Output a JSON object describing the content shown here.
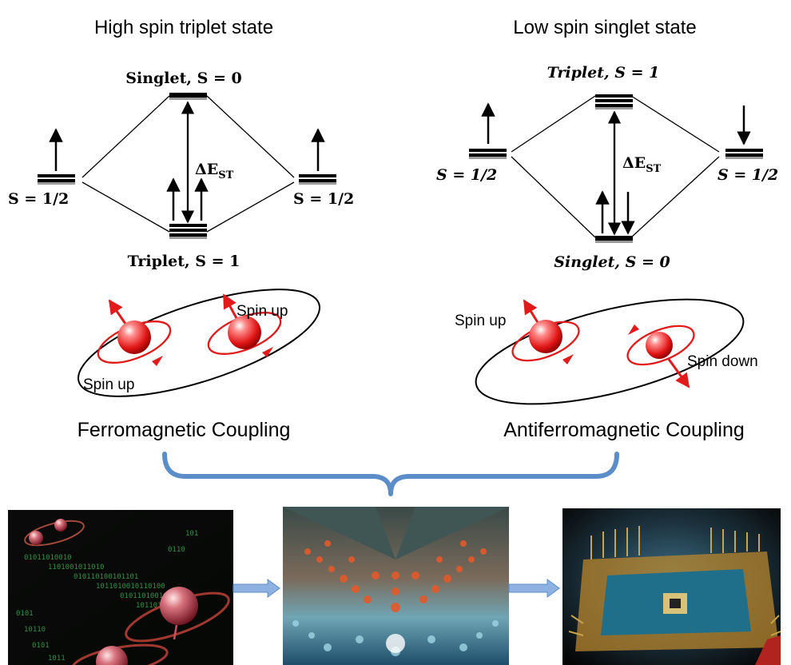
{
  "left_panel": {
    "title": "High spin triplet state",
    "top_level": {
      "name": "Singlet",
      "eq": "S = 0"
    },
    "bottom_level": {
      "name": "Triplet",
      "eq": "S = 1"
    },
    "left_level": "S = 1/2",
    "right_level": "S = 1/2",
    "gap": {
      "main": "ΔE",
      "sub": "ST"
    }
  },
  "right_panel": {
    "title": "Low spin singlet state",
    "top_level": {
      "name": "Triplet",
      "eq": "S = 1"
    },
    "bottom_level": {
      "name": "Singlet",
      "eq": "S = 0"
    },
    "left_level": "S = 1/2",
    "right_level": "S = 1/2",
    "gap": {
      "main": "ΔE",
      "sub": "ST"
    }
  },
  "ferro": {
    "label_a": "Spin up",
    "label_b": "Spin up",
    "caption": "Ferromagnetic Coupling"
  },
  "antiferro": {
    "label_a": "Spin up",
    "label_b": "Spin down",
    "caption": "Antiferromagnetic Coupling"
  },
  "colors": {
    "bracket": "#5b8ec9",
    "arrow_fill": "#8db2e2",
    "spin_red": "#e11b1b"
  }
}
